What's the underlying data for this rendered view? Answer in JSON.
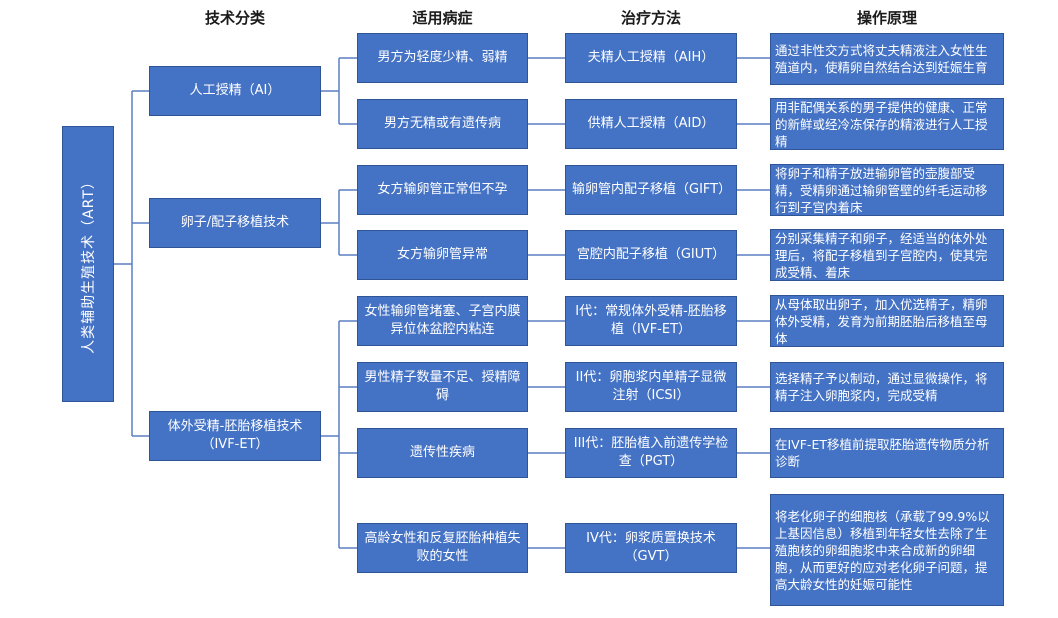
{
  "headers": {
    "category": "技术分类",
    "disease": "适用病症",
    "method": "治疗方法",
    "principle": "操作原理"
  },
  "root": {
    "label": "人类辅助生殖技术（ART）"
  },
  "categories": [
    {
      "label": "人工授精（AI）"
    },
    {
      "label": "卵子/配子移植技术"
    },
    {
      "label": "体外受精-胚胎移植技术（IVF-ET）"
    }
  ],
  "rows": [
    {
      "disease": "男方为轻度少精、弱精",
      "method": "夫精人工授精（AIH）",
      "principle": "通过非性交方式将丈夫精液注入女性生殖道内，使精卵自然结合达到妊娠生育"
    },
    {
      "disease": "男方无精或有遗传病",
      "method": "供精人工授精（AID）",
      "principle": "用非配偶关系的男子提供的健康、正常的新鲜或经冷冻保存的精液进行人工授精"
    },
    {
      "disease": "女方输卵管正常但不孕",
      "method": "输卵管内配子移植（GIFT）",
      "principle": "将卵子和精子放进输卵管的壶腹部受精，受精卵通过输卵管壁的纤毛运动移行到子宫内着床"
    },
    {
      "disease": "女方输卵管异常",
      "method": "宫腔内配子移植（GIUT）",
      "principle": "分别采集精子和卵子，经适当的体外处理后，将配子移植到子宫腔内，使其完成受精、着床"
    },
    {
      "disease": "女性输卵管堵塞、子宫内膜异位体盆腔内粘连",
      "method": "I代：常规体外受精-胚胎移植（IVF-ET）",
      "principle": "从母体取出卵子，加入优选精子，精卵体外受精，发育为前期胚胎后移植至母体"
    },
    {
      "disease": "男性精子数量不足、授精障碍",
      "method": "II代：卵胞浆内单精子显微注射（ICSI）",
      "principle": "选择精子予以制动，通过显微操作，将精子注入卵胞浆内，完成受精"
    },
    {
      "disease": "遗传性疾病",
      "method": "III代：胚胎植入前遗传学检查（PGT）",
      "principle": "在IVF-ET移植前提取胚胎遗传物质分析诊断"
    },
    {
      "disease": "高龄女性和反复胚胎种植失败的女性",
      "method": "IV代：卵浆质置换技术（GVT）",
      "principle": "将老化卵子的细胞核（承载了99.9%以上基因信息）移植到年轻女性去除了生殖胞核的卵细胞浆中来合成新的卵细胞，从而更好的应对老化卵子问题，提高大龄女性的妊娠可能性"
    }
  ],
  "colors": {
    "box": "#4472c4",
    "line": "#5b7fc4",
    "text": "#ffffff"
  }
}
